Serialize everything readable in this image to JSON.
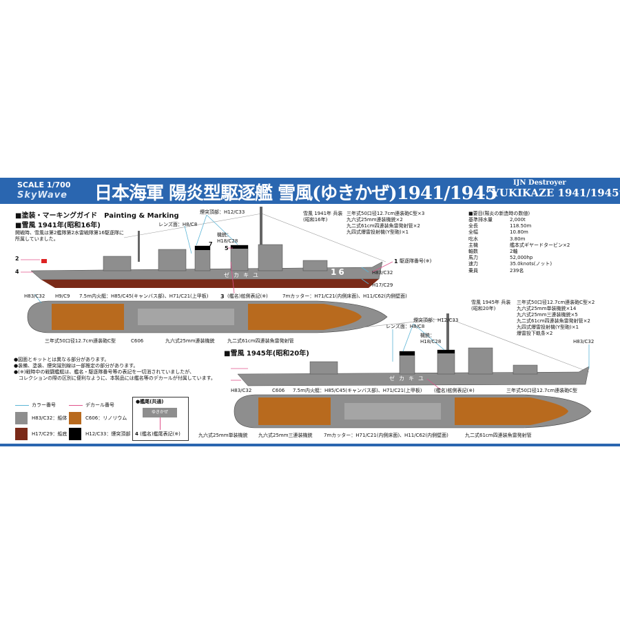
{
  "header": {
    "scale": "SCALE 1/700",
    "brand": "SkyWave",
    "title_jp": "日本海軍 陽炎型駆逐艦 雪風(ゆきかぜ)1941/1945",
    "subtitle_en_1": "IJN Destroyer",
    "subtitle_en_2": "“YUKIKAZE 1941/1945”"
  },
  "guide": {
    "heading": "■塗装・マーキングガイド　Painting & Marking",
    "section_1941": "■雪風 1941年(昭和16年)",
    "desc_1941_1": "開戦時、雪風は第2艦隊第2水雷戦隊第16駆逐隊に",
    "desc_1941_2": "所属していました。",
    "section_1945": "■雪風 1945年(昭和20年)"
  },
  "armament_1941": {
    "label_1": "雪風 1941年 兵装",
    "label_2": "(昭和16年)",
    "items": [
      "三年式50口径12.7cm連装砲C型×3",
      "九六式25mm連装機銃×2",
      "九二式61cm四連装魚雷発射管×2",
      "九四式爆雷投射機(Y型砲)×1"
    ]
  },
  "specs": {
    "heading": "■要目(陽炎の新造時の数値)",
    "rows": [
      {
        "k": "基準排水量",
        "v": "2,000t"
      },
      {
        "k": "全長",
        "v": "118.50m"
      },
      {
        "k": "全幅",
        "v": "10.80m"
      },
      {
        "k": "吃水",
        "v": "3.80m"
      },
      {
        "k": "主機",
        "v": "艦本式ギヤードタービン×2"
      },
      {
        "k": "軸数",
        "v": "2軸"
      },
      {
        "k": "馬力",
        "v": "52,000hp"
      },
      {
        "k": "速力",
        "v": "35.0knots(ノット)"
      },
      {
        "k": "乗員",
        "v": "239名"
      }
    ]
  },
  "armament_1945": {
    "label_1": "雪風 1945年 兵装",
    "label_2": "(昭和20年)",
    "items": [
      "三年式50口径12.7cm連装砲C型×2",
      "九六式25mm単装機銃×14",
      "九六式25mm三連装機銃×5",
      "九二式61cm四連装魚雷発射管×2",
      "九四式爆雷投射機(Y型砲)×1",
      "爆雷投下軌条×2"
    ]
  },
  "callouts_1941": {
    "funnel_top": "煙突頂部：H12/C33",
    "lens": "レンズ面：H8/C8",
    "mg_1": "機銃：",
    "mg_2": "H18/C28",
    "hull_number": "駆逐隊番号(※)",
    "hull": "H83/C32",
    "bottom": "H17/C29",
    "deck_hull": "H83/C32",
    "prop": "H9/C9",
    "boat": "7.5m内火艇：H85/C45(キャンバス部)、H71/C21(上甲板)",
    "name_side": "(艦名)舷側表記(※)",
    "cutter": "7mカッター：H71/C21(内側床面)、H11/C62(内側壁面)",
    "gun": "三年式50口径12.7cm連装砲C型",
    "linoleum": "C606",
    "mg25": "九六式25mm連装機銃",
    "torpedo": "九二式61cm四連装魚雷発射管",
    "side_name": "ゼカキユ",
    "hull_no": "16",
    "num": {
      "n1": "1",
      "n2": "2",
      "n3": "3",
      "n4": "4",
      "n5": "5",
      "n7": "7"
    }
  },
  "callouts_1945": {
    "funnel_top": "煙突頂部：H12/C33",
    "lens": "レンズ面：H8/C8",
    "mg_1": "機銃：",
    "mg_2": "H18/C28",
    "hull": "H83/C32",
    "deck_hull": "H83/C32",
    "linoleum": "C606",
    "boat": "7.5m内火艇：H85/C45(キャンバス部)、H71/C21(上甲板)",
    "name_side": "(艦名)舷側表記(※)",
    "gun": "三年式50口径12.7cm連装砲C型",
    "mg_single": "九六式25mm単装機銃",
    "mg_triple": "九六式25mm三連装機銃",
    "cutter": "7mカッター：H71/C21(内側床面)、H11/C62(内側壁面)",
    "torpedo": "九二式61cm四連装魚雷発射管",
    "side_name": "ゼカキユ"
  },
  "notes": [
    "●図面とキットとは異なる部分があります。",
    "●装備、塗装、煙突識別線は一部推定の部分があります。",
    "●(※)戦時中の戦闘艦艇は、艦名・駆逐隊番号等の表記を一切消されていましたが、",
    "　コレクションの際の区別に便利なように、本製品には艦名等のデカールが付属しています。"
  ],
  "legend": {
    "color_no": "カラー番号",
    "decal_no": "デカール番号",
    "colors": [
      {
        "label": "H83/C32：船体",
        "color": "#8e8e8e"
      },
      {
        "label": "C606：リノリウム",
        "color": "#b86a1e"
      },
      {
        "label": "H17/C29：船底",
        "color": "#7a2a18"
      },
      {
        "label": "H12/C33：煙突頂部",
        "color": "#000000"
      }
    ],
    "stern_title": "●艦尾(共通)",
    "stern_text": "ゆきかぜ",
    "stern_caption": "(艦名)艦尾表記(※)",
    "stern_num": "4"
  },
  "colors": {
    "banner": "#2a66b0",
    "hull": "#8e8e8e",
    "bottom": "#7a2a18",
    "linoleum": "#b86a1e",
    "leader": "#5ab4d6",
    "decal": "#e0508a"
  }
}
